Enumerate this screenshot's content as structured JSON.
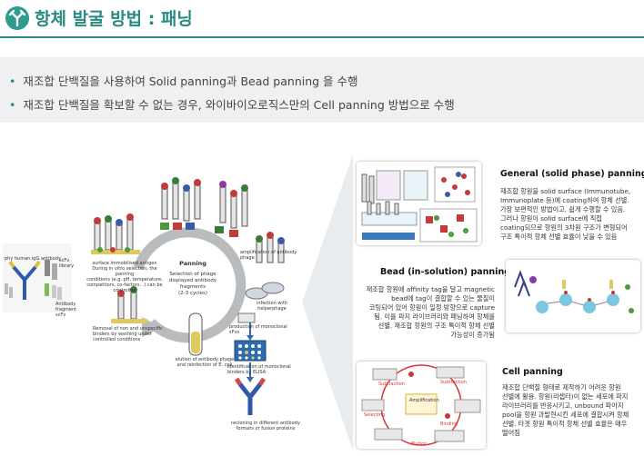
{
  "header": {
    "title": "항체 발굴 방법 : 패닝",
    "accent_color": "#2a8a83",
    "logo_icon": "antibody-logo-icon"
  },
  "bullets": [
    "재조합 단백질을 사용하여 Solid panning과 Bead panning 을 수행",
    "재조합 단백질을 확보할 수 없는 경우, 와이바이오로직스만의 Cell panning 방법으로 수행"
  ],
  "cycle": {
    "center_title": "Panning",
    "center_text": "Selection of phage\ndisplayed antibody\nfragments\n(2-3 cycles)",
    "steps": [
      "surface immobilised antigen\nDuring in vitro selection, the panning\nconditions (e.g. pH, temperature,\ncompetitors, co-factors...) can be\ncontrolled",
      "amplification of antibody\nphage",
      "infection with\nhelperphage",
      "production of monoclonal\nsFvs",
      "identification of monoclonal\nbinders by ELISA",
      "elution of antibody phage\nand reinfection of E. coli",
      "Removal of non and unspecific\nbinders by washing under\ncontrolled conditions",
      "recloning in different antibody\nformats or fusion proteins"
    ],
    "library_labels": [
      "phy human igG antibody",
      "scFv\nlibrary",
      "Antibody\nfragment\nscFv"
    ]
  },
  "methods": [
    {
      "title": "General (solid phase) panning",
      "desc": "재조합 항원을 solid surface (Immunotube,\nImmunoplate 등)에 coating하여 항체 선별.\n가장 보편적인 방법이고, 쉽게 수행할 수 있음.\n그러나 항원이 solid surface에 직접\ncoating되므로 항원의 3차원 구조가 변형되어\n구조 특이적 항체 선별 효율이 낮을 수 있음"
    },
    {
      "title": "Bead (in-solution) panning",
      "desc": "재조합 항원에 affinity tag을 달고 magnetic\nbead에 tag이 결합할 수 있는 물질이\n코팅되어 있어 항원이 일정 방향으로 capture\n됨. 이를 파지 라이브러리와 패닝하여 항체를\n선별. 재조합 항원의 구조 특이적 항체 선별\n가능성이 증가됨"
    },
    {
      "title": "Cell panning",
      "desc": "재조합 단백질 형태로 제작하기 어려운 항원\n선별에 활용. 항원(리셉터)이 없는 세포에 파지\n라이브러리를 반응시키고, unbound 파아지\npool을 항원 과발현시킨 세포에 결합시켜 항체\n선별. 타겟 항원 특이적 항체 선별 효율은 매우\n떨어짐"
    }
  ],
  "cell_diagram_labels": [
    "Subtraction",
    "Subtraction",
    "Binding",
    "Selecting",
    "Elution",
    "Amplification"
  ]
}
